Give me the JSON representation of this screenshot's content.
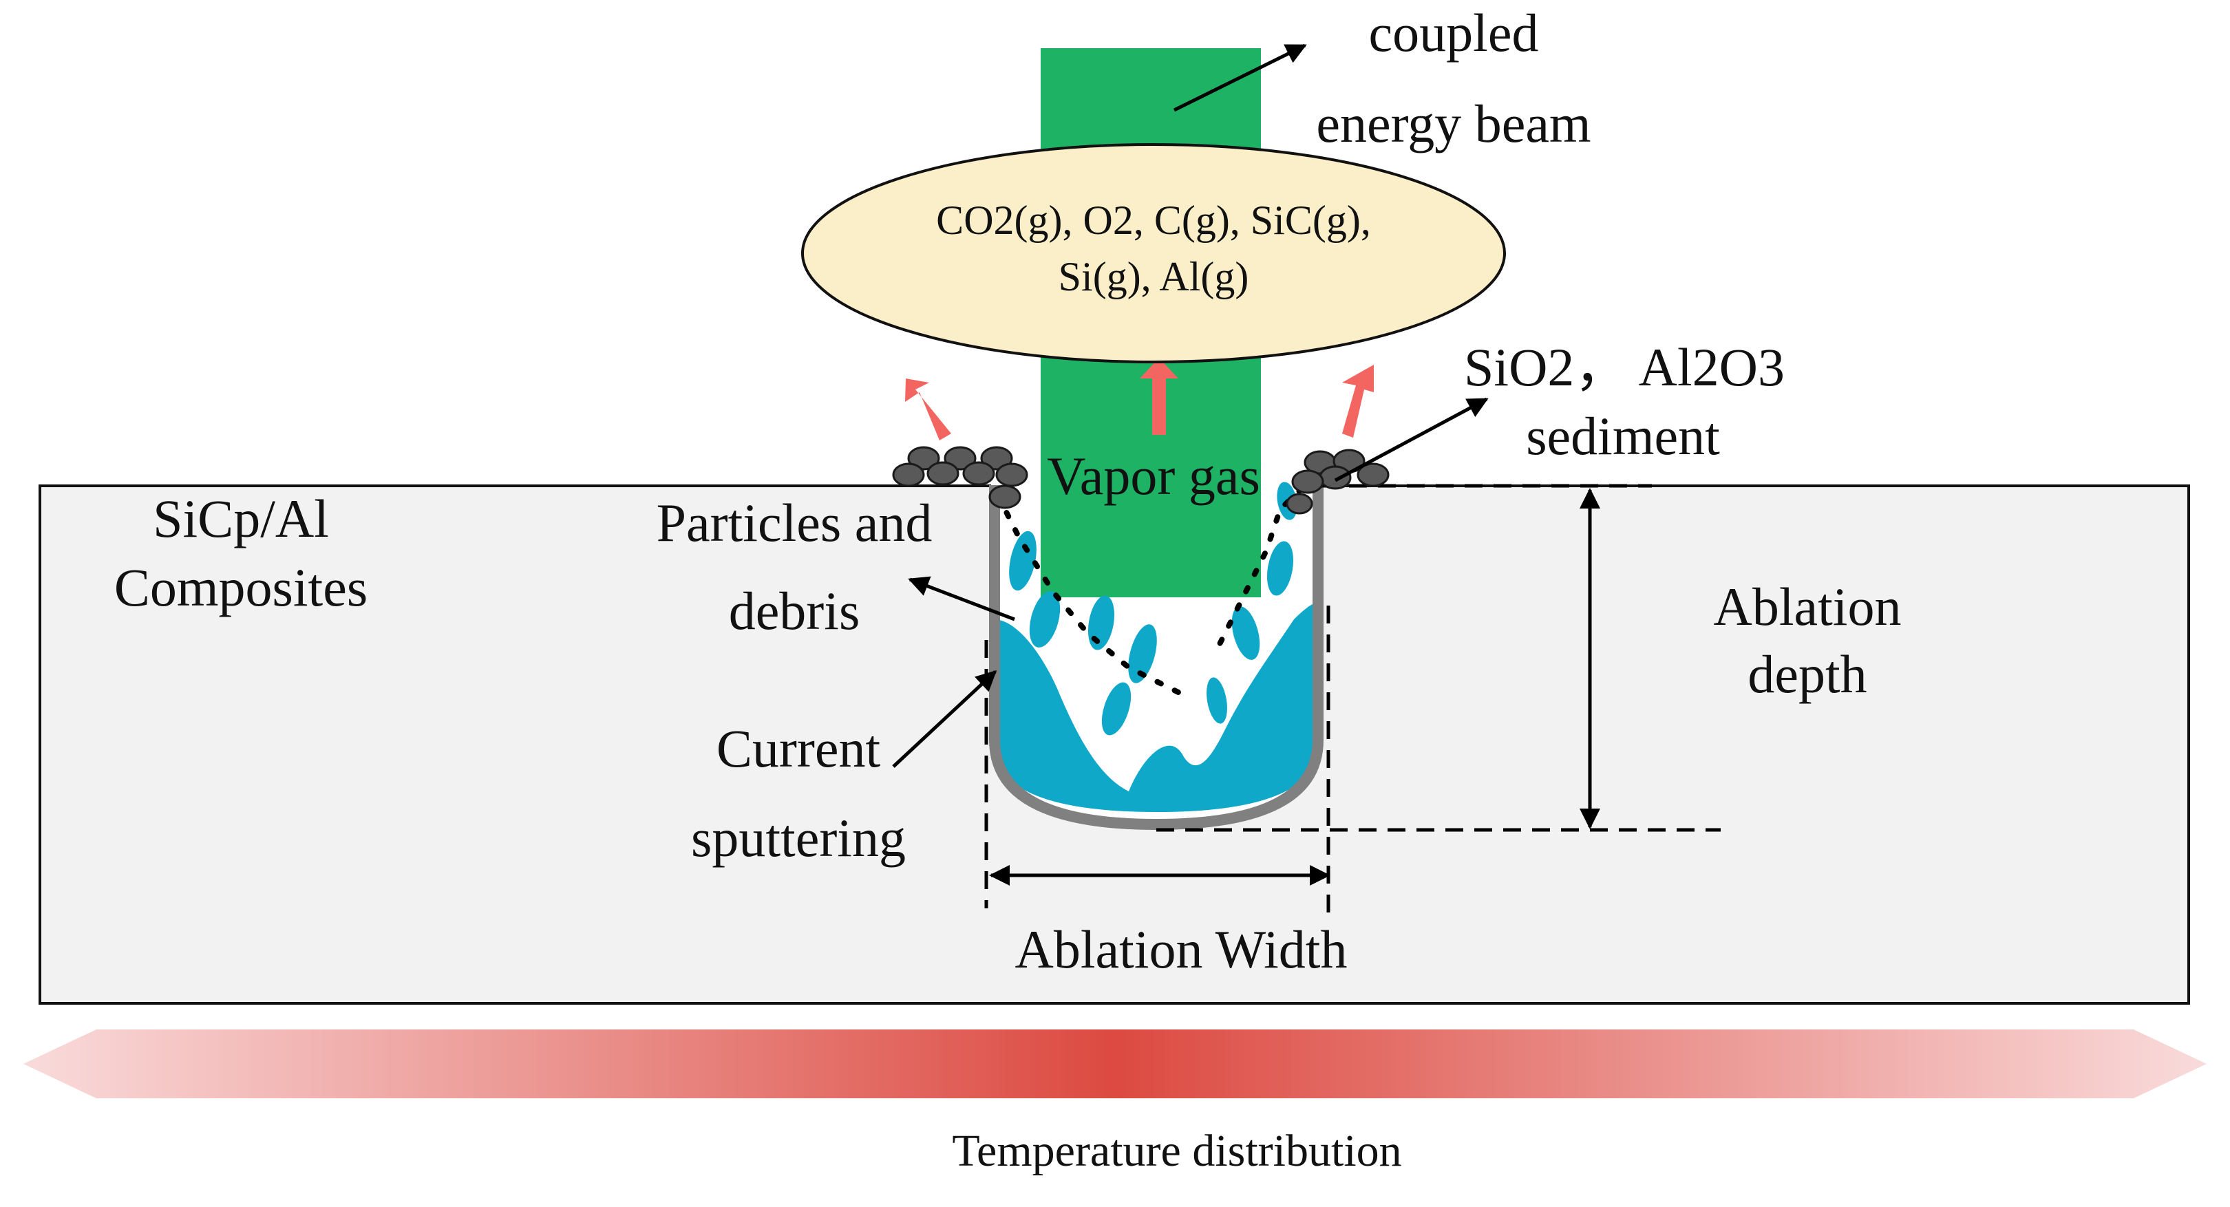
{
  "colors": {
    "beam": "#1eb364",
    "workpiece_fill": "#f2f2f2",
    "cloud_fill": "#fbefc9",
    "spatter": "#10a8c8",
    "arrow_up": "#f26561",
    "temperature_peak": "#dc4a41",
    "temperature_edge": "#f9dbdb"
  },
  "labels": {
    "coupled_energy_beam_line1": "coupled",
    "coupled_energy_beam_line2": "energy beam",
    "gas_line1": "CO2(g), O2, C(g), SiC(g),",
    "gas_line2": "Si(g), Al(g)",
    "sediment_line1": "SiO2， Al2O3",
    "sediment_line2": "sediment",
    "vapor_gas": "Vapor gas",
    "material_line1": "SiCp/Al",
    "material_line2": "Composites",
    "particles_line1": "Particles and",
    "particles_line2": "debris",
    "ablation_depth_line1": "Ablation",
    "ablation_depth_line2": "depth",
    "current_line1": "Current",
    "current_line2": "sputtering",
    "ablation_width": "Ablation Width",
    "temperature_distribution": "Temperature distribution"
  }
}
